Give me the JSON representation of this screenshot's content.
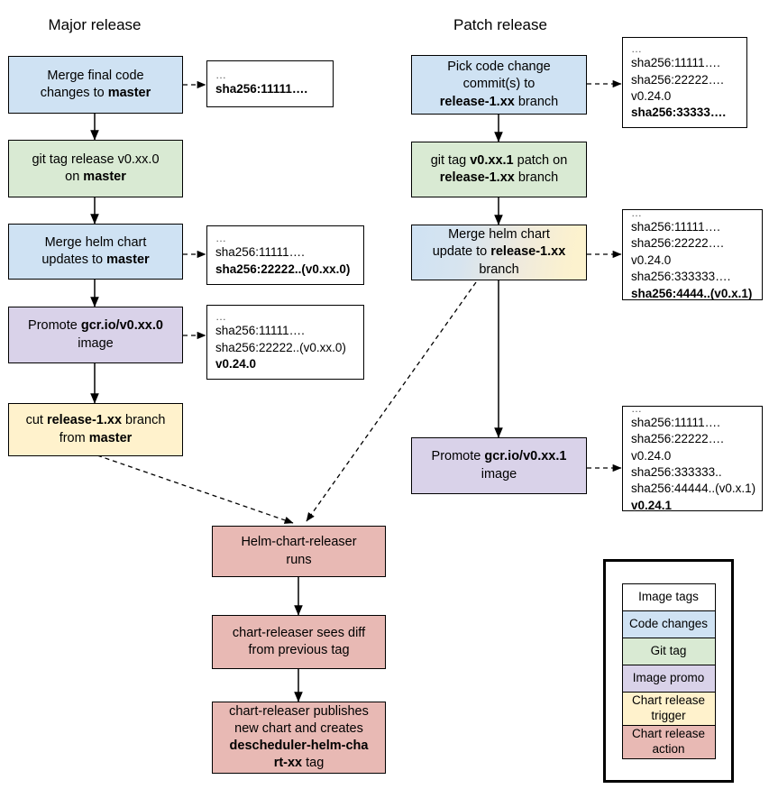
{
  "titles": {
    "left": "Major release",
    "right": "Patch release"
  },
  "colors": {
    "code_changes": "#cfe2f3",
    "git_tag": "#d9ead3",
    "image_promo": "#d9d2e9",
    "chart_release_trigger": "#fff2cc",
    "chart_release_action": "#e8b9b4",
    "image_tags": "#ffffff",
    "stroke": "#000000",
    "background": "#ffffff"
  },
  "major": {
    "steps": [
      {
        "id": "merge-final-code",
        "kind": "code_changes",
        "html": "Merge final code<br>changes to <b>master</b>"
      },
      {
        "id": "git-tag-release",
        "kind": "git_tag",
        "html": "git tag release v0.xx.0<br>on <b>master</b>"
      },
      {
        "id": "merge-helm-chart-updates",
        "kind": "code_changes",
        "html": "Merge helm chart<br>updates to <b>master</b>"
      },
      {
        "id": "promote-image",
        "kind": "image_promo",
        "html": "Promote <b>gcr.io/v0.xx.0</b><br>image"
      },
      {
        "id": "cut-release-branch",
        "kind": "chart_release_trigger",
        "html": "cut <b>release-1.xx</b> branch<br>from <b>master</b>"
      }
    ],
    "tagboxes": [
      {
        "id": "tags-after-merge-final-code",
        "lines": [
          {
            "text": "…",
            "bold": false,
            "dots": true
          },
          {
            "text": "sha256:11111….",
            "bold": true,
            "dots": false
          }
        ]
      },
      {
        "id": "tags-after-merge-helm-chart-updates",
        "lines": [
          {
            "text": "…",
            "bold": false,
            "dots": true
          },
          {
            "text": "sha256:11111….",
            "bold": false,
            "dots": false
          },
          {
            "text": "sha256:22222..(v0.xx.0)",
            "bold": true,
            "dots": false
          }
        ]
      },
      {
        "id": "tags-after-promote-image",
        "lines": [
          {
            "text": "…",
            "bold": false,
            "dots": true
          },
          {
            "text": "sha256:11111….",
            "bold": false,
            "dots": false
          },
          {
            "text": "sha256:22222..(v0.xx.0)",
            "bold": false,
            "dots": false
          },
          {
            "text": "v0.24.0",
            "bold": true,
            "dots": false
          }
        ]
      }
    ]
  },
  "patch": {
    "steps": [
      {
        "id": "pick-code-change-commits",
        "kind": "code_changes",
        "html": "Pick code change<br>commit(s) to<br><b>release-1.xx</b> branch"
      },
      {
        "id": "git-tag-patch",
        "kind": "git_tag",
        "html": "git tag <b>v0.xx.1</b> patch on<br><b>release-1.xx</b> branch"
      },
      {
        "id": "merge-helm-chart-update-release-branch",
        "kind": "mixed",
        "html": "Merge helm chart<br>update to <b>release-1.xx</b><br>branch"
      },
      {
        "id": "promote-patch-image",
        "kind": "image_promo",
        "html": "Promote <b>gcr.io/v0.xx.1</b><br>image"
      }
    ],
    "tagboxes": [
      {
        "id": "tags-after-pick-code-change-commits",
        "lines": [
          {
            "text": "…",
            "bold": false,
            "dots": true
          },
          {
            "text": "sha256:11111….",
            "bold": false,
            "dots": false
          },
          {
            "text": "sha256:22222….",
            "bold": false,
            "dots": false
          },
          {
            "text": "v0.24.0",
            "bold": false,
            "dots": false
          },
          {
            "text": "sha256:33333….",
            "bold": true,
            "dots": false
          }
        ]
      },
      {
        "id": "tags-after-merge-helm-chart-update-release-branch",
        "lines": [
          {
            "text": "…",
            "bold": false,
            "dots": true
          },
          {
            "text": "sha256:11111….",
            "bold": false,
            "dots": false
          },
          {
            "text": "sha256:22222….",
            "bold": false,
            "dots": false
          },
          {
            "text": "v0.24.0",
            "bold": false,
            "dots": false
          },
          {
            "text": "sha256:333333….",
            "bold": false,
            "dots": false
          },
          {
            "text": "sha256:4444..(v0.x.1)",
            "bold": true,
            "dots": false
          }
        ]
      },
      {
        "id": "tags-after-promote-patch-image",
        "lines": [
          {
            "text": "…",
            "bold": false,
            "dots": true
          },
          {
            "text": "sha256:11111….",
            "bold": false,
            "dots": false
          },
          {
            "text": "sha256:22222….",
            "bold": false,
            "dots": false
          },
          {
            "text": "v0.24.0",
            "bold": false,
            "dots": false
          },
          {
            "text": "sha256:333333..",
            "bold": false,
            "dots": false
          },
          {
            "text": "sha256:44444..(v0.x.1)",
            "bold": false,
            "dots": false
          },
          {
            "text": "v0.24.1",
            "bold": true,
            "dots": false
          }
        ]
      }
    ]
  },
  "releaser": {
    "steps": [
      {
        "id": "helm-chart-releaser-runs",
        "kind": "chart_release_action",
        "html": "Helm-chart-releaser<br>runs"
      },
      {
        "id": "chart-releaser-sees-diff",
        "kind": "chart_release_action",
        "html": "chart-releaser sees diff<br>from previous tag"
      },
      {
        "id": "chart-releaser-publishes",
        "kind": "chart_release_action",
        "html": "chart-releaser publishes<br>new chart and creates<br><b>descheduler-helm-cha</b><br><b>rt-xx</b> tag"
      }
    ]
  },
  "legend": {
    "items": [
      {
        "id": "image-tags",
        "label": "Image tags",
        "kind": "image_tags"
      },
      {
        "id": "code-changes",
        "label": "Code changes",
        "kind": "code_changes"
      },
      {
        "id": "git-tag",
        "label": "Git tag",
        "kind": "git_tag"
      },
      {
        "id": "image-promo",
        "label": "Image promo",
        "kind": "image_promo"
      },
      {
        "id": "chart-release-trigger",
        "label": "Chart release trigger",
        "kind": "chart_release_trigger"
      },
      {
        "id": "chart-release-action",
        "label": "Chart release action",
        "kind": "chart_release_action"
      }
    ]
  }
}
